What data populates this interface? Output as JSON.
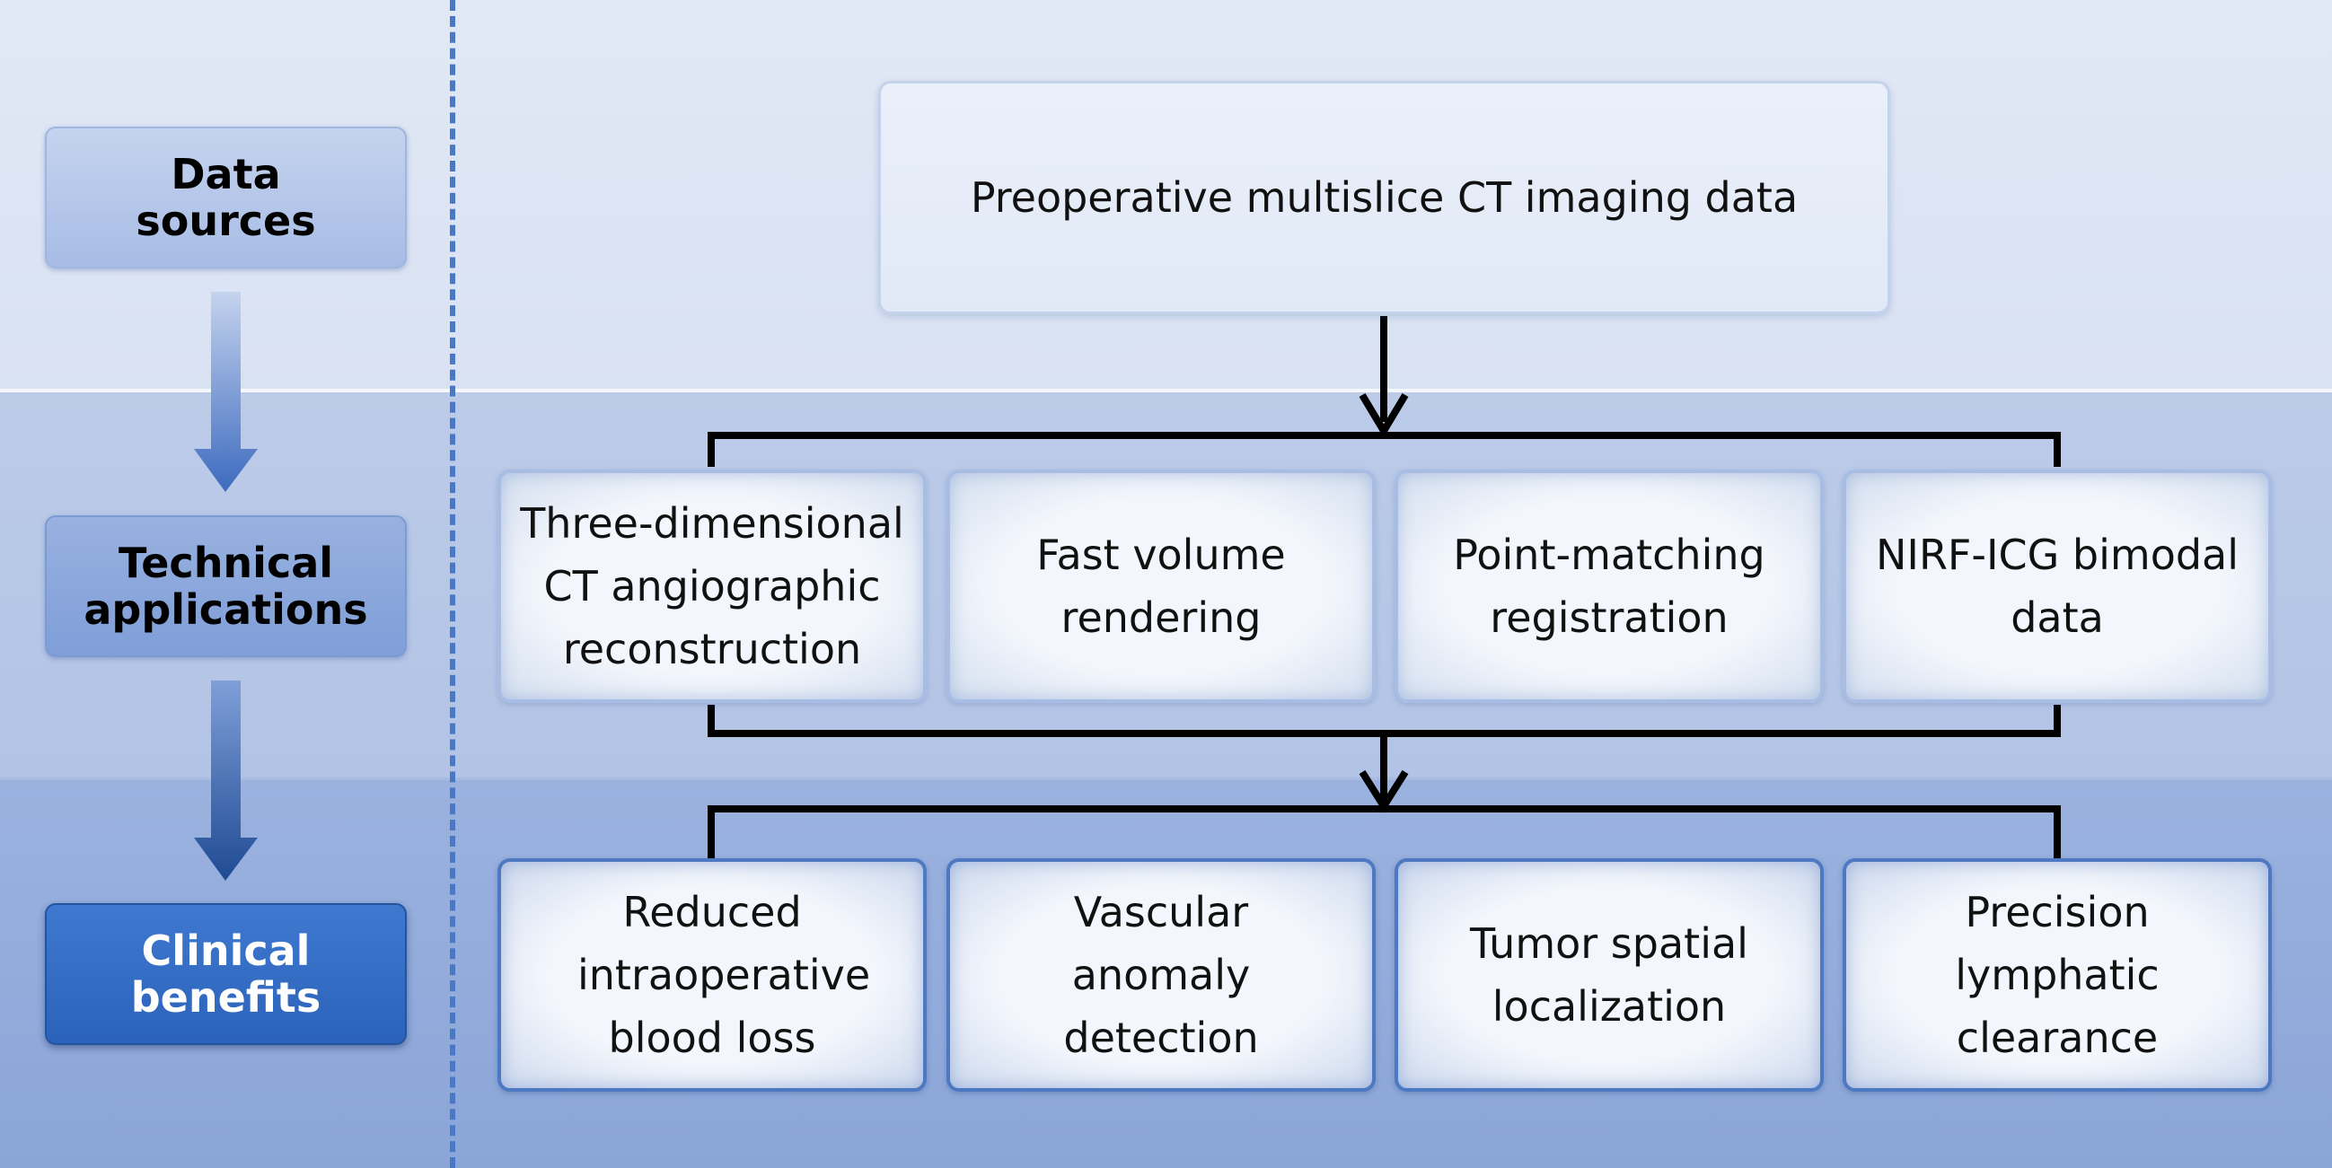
{
  "stages": {
    "data_sources": "Data sources",
    "technical_applications": "Technical applications",
    "clinical_benefits": "Clinical benefits"
  },
  "source": {
    "label": "Preoperative multislice CT imaging data"
  },
  "technical": [
    {
      "label": "Three-dimensional CT angiographic reconstruction"
    },
    {
      "label": "Fast volume rendering"
    },
    {
      "label": "Point-matching registration"
    },
    {
      "label": "NIRF-ICG bimodal data"
    }
  ],
  "clinical": [
    {
      "label": "Reduced intraoperative blood loss"
    },
    {
      "label": "Vascular anomaly detection"
    },
    {
      "label": "Tumor spatial localization"
    },
    {
      "label": "Precision lymphatic clearance"
    }
  ],
  "colors": {
    "accent_blue": "#2b62ba",
    "divider_blue": "#4a78c4",
    "connector": "#000000"
  }
}
